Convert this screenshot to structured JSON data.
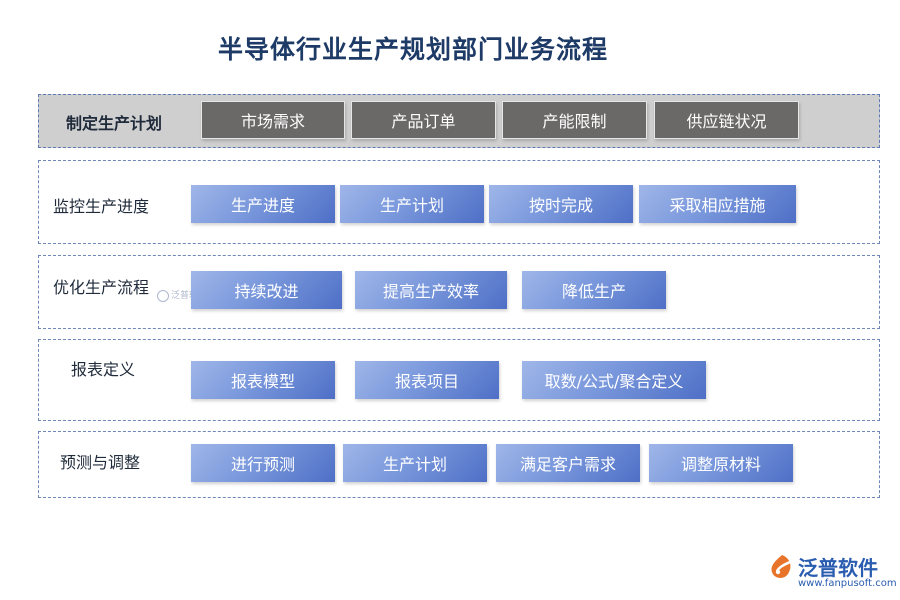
{
  "title": "半导体行业生产规划部门业务流程",
  "rows": [
    {
      "label": "制定生产计划",
      "items": [
        "市场需求",
        "产品订单",
        "产能限制",
        "供应链状况"
      ]
    },
    {
      "label": "监控生产进度",
      "items": [
        "生产进度",
        "生产计划",
        "按时完成",
        "采取相应措施"
      ]
    },
    {
      "label": "优化生产流程",
      "items": [
        "持续改进",
        "提高生产效率",
        "降低生产"
      ]
    },
    {
      "label": "报表定义",
      "items": [
        "报表模型",
        "报表项目",
        "取数/公式/聚合定义"
      ]
    },
    {
      "label": "预测与调整",
      "items": [
        "进行预测",
        "生产计划",
        "满足客户需求",
        "调整原材料"
      ]
    }
  ],
  "watermark": "泛普软件",
  "logo": {
    "name": "泛普软件",
    "url": "www.fanpusoft.com"
  },
  "colors": {
    "title": "#1e3a66",
    "box_gray": "#6b6868",
    "box_blue": "#5f7fd0",
    "border": "#6f86b8"
  }
}
